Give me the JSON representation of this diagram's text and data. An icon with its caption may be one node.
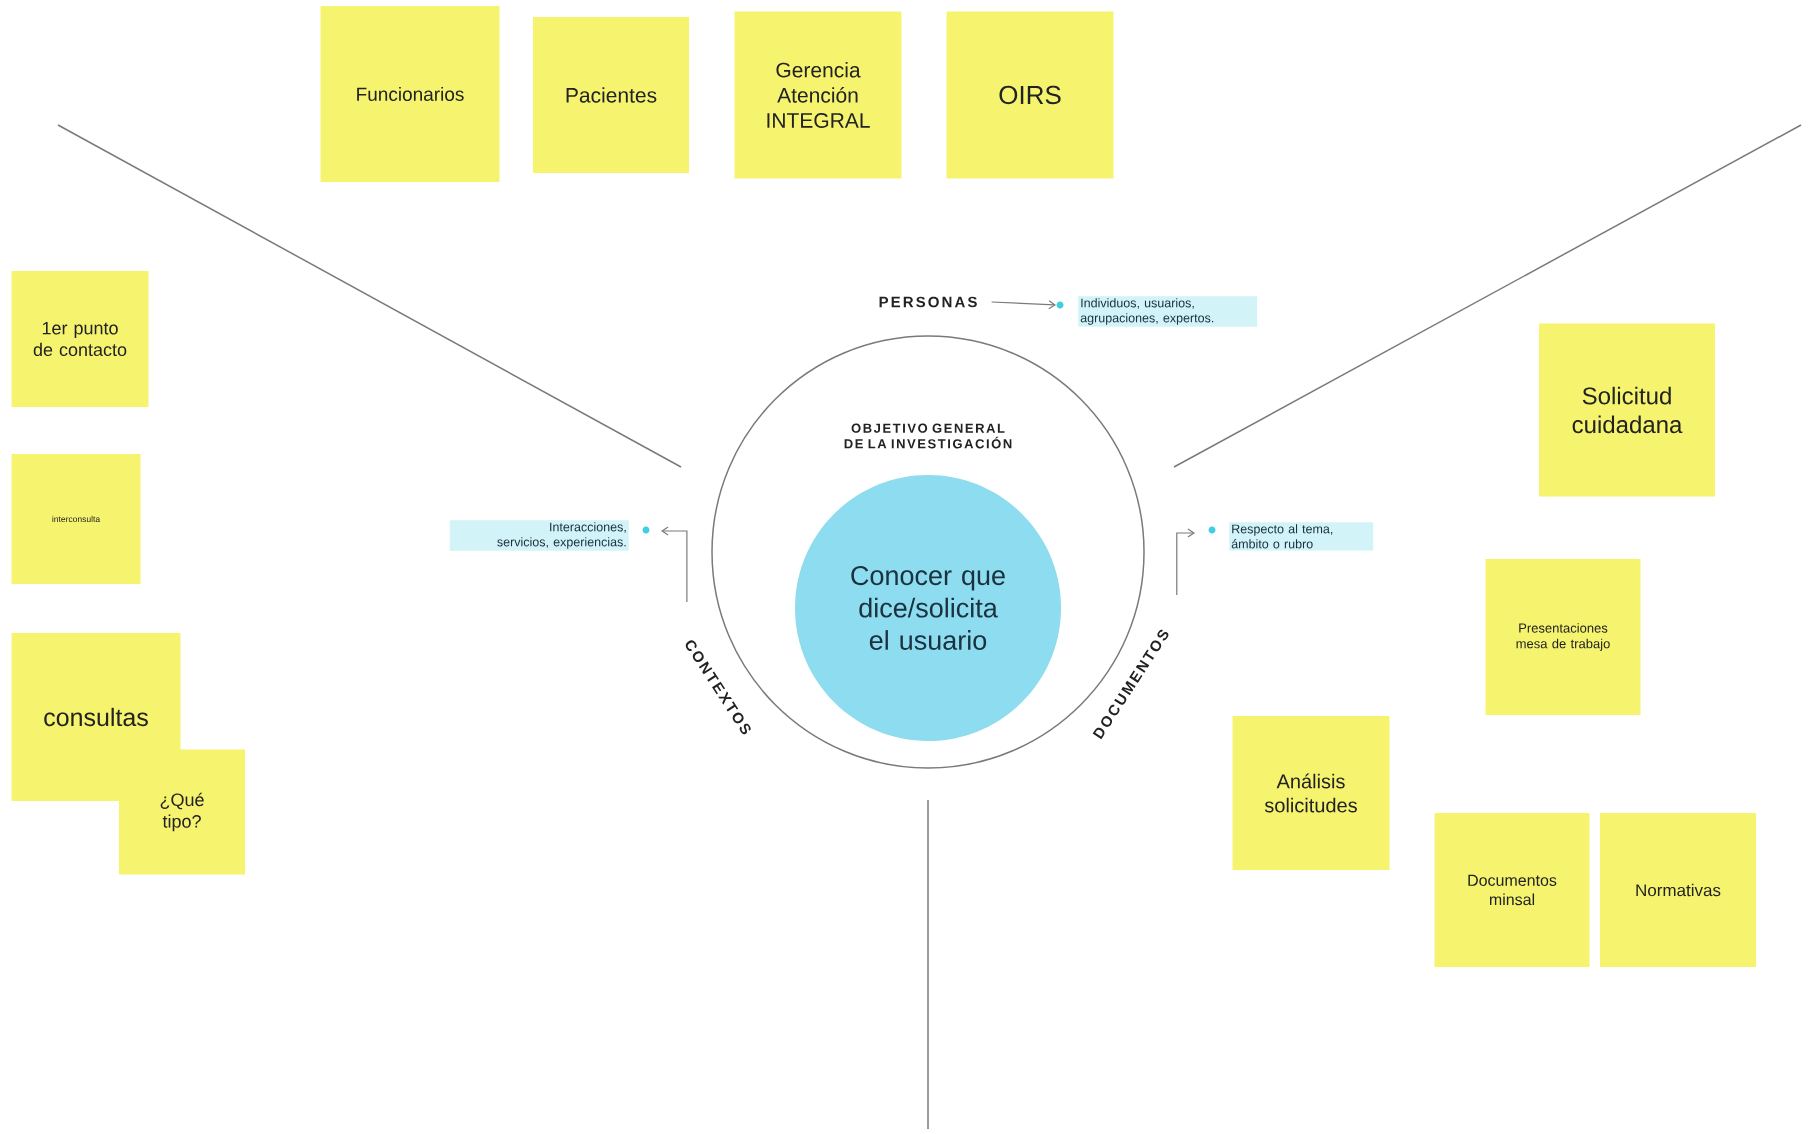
{
  "diagram": {
    "nodes": [
      {
        "text": [
          "Funcionarios"
        ]
      },
      {
        "text": [
          "Pacientes"
        ]
      },
      {
        "text": [
          "Gerencia Atención INTEGRAL"
        ]
      },
      {
        "text": [
          "OIRS"
        ]
      },
      {
        "text": [
          "1er punto de contacto"
        ]
      },
      {
        "text": [
          "interconsulta"
        ]
      },
      {
        "text": [
          "consultas"
        ]
      },
      {
        "text": [
          "¿Qué tipo?"
        ]
      },
      {
        "text": [
          "PERSONAS"
        ]
      },
      {
        "text": [
          "Individuos, usuarios, agrupaciones, expertos."
        ]
      },
      {
        "text": [
          "OBJETIVO GENERAL DE LA INVESTIGACIÓN"
        ]
      },
      {
        "text": [
          "Conocer que dice/solicita el usuario"
        ],
        "in": 10
      },
      {
        "text": [
          "Interacciones, servicios, experiencias."
        ]
      },
      {
        "text": [
          "CONTEXTOS"
        ]
      },
      {
        "text": [
          "Respecto al tema, ámbito o rubro"
        ]
      },
      {
        "text": [
          "DOCUMENTOS"
        ]
      },
      {
        "text": [
          "Solicitud cuidadana"
        ]
      },
      {
        "text": [
          "Presentaciones mesa de trabajo"
        ]
      },
      {
        "text": [
          "Análisis solicitudes"
        ]
      },
      {
        "text": [
          "Documentos minsal"
        ]
      },
      {
        "text": [
          "Normativas"
        ]
      }
    ],
    "edges": [
      {
        "from": 8,
        "to": 9,
        "arrow": "to"
      },
      {
        "from": 13,
        "to": 12,
        "arrow": "to"
      },
      {
        "from": 15,
        "to": 14,
        "arrow": "to"
      }
    ]
  }
}
